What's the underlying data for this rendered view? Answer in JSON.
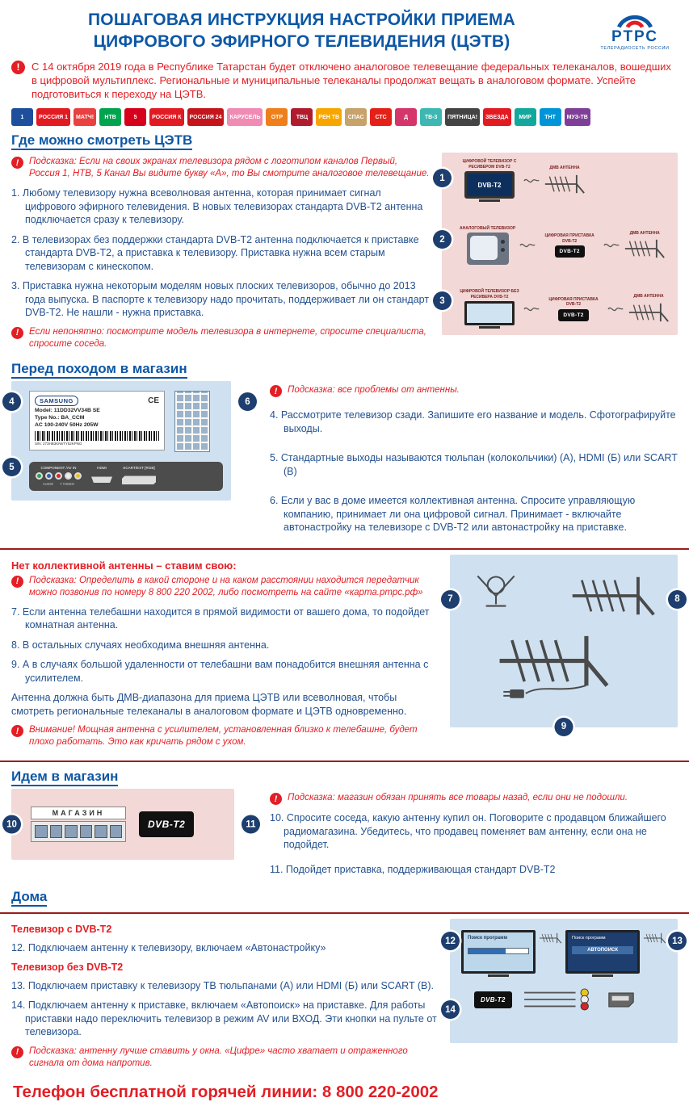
{
  "header": {
    "title_line1": "ПОШАГОВАЯ ИНСТРУКЦИЯ НАСТРОЙКИ ПРИЕМА",
    "title_line2": "ЦИФРОВОГО ЭФИРНОГО ТЕЛЕВИДЕНИЯ (ЦЭТВ)",
    "logo": {
      "name": "РТРС",
      "tagline": "ТЕЛЕРАДИОСЕТЬ РОССИИ"
    }
  },
  "intro": {
    "text": "С 14 октября 2019 года в Республике Татарстан будет отключено аналоговое телевещание федеральных телеканалов, вошедших в цифровой мультиплекс. Региональные и муниципальные телеканалы продолжат вещать в аналоговом формате. Успейте подготовиться к переходу на ЦЭТВ."
  },
  "channels": [
    {
      "label": "1",
      "bg": "#1d4f9c"
    },
    {
      "label": "РОССИЯ 1",
      "bg": "#e21a22"
    },
    {
      "label": "МАТЧ!",
      "bg": "#e94040"
    },
    {
      "label": "НТВ",
      "bg": "#00a44f"
    },
    {
      "label": "5",
      "bg": "#d6001c"
    },
    {
      "label": "РОССИЯ К",
      "bg": "#e21a22"
    },
    {
      "label": "РОССИЯ 24",
      "bg": "#c4151c"
    },
    {
      "label": "КАРУСЕЛЬ",
      "bg": "#f08bb4"
    },
    {
      "label": "ОТР",
      "bg": "#ef7f1a"
    },
    {
      "label": "ТВЦ",
      "bg": "#b01c2e"
    },
    {
      "label": "РЕН ТВ",
      "bg": "#f7a600"
    },
    {
      "label": "СПАС",
      "bg": "#c7a26b"
    },
    {
      "label": "СТС",
      "bg": "#e32119"
    },
    {
      "label": "Д",
      "bg": "#d4356b"
    },
    {
      "label": "ТВ-3",
      "bg": "#3db7b2"
    },
    {
      "label": "ПЯТНИЦА!",
      "bg": "#444444"
    },
    {
      "label": "ЗВЕЗДА",
      "bg": "#e21a22"
    },
    {
      "label": "МИР",
      "bg": "#13a89e"
    },
    {
      "label": "ТНТ",
      "bg": "#0095d9"
    },
    {
      "label": "МУЗ-ТВ",
      "bg": "#7f3f98"
    }
  ],
  "section_where": {
    "heading": "Где можно смотреть ЦЭТВ",
    "hint": "Подсказка: Если на своих экранах телевизора рядом с логотипом каналов Первый, Россия 1, НТВ, 5 Канал Вы видите букву «А», то Вы смотрите аналоговое телевещание.",
    "items": [
      "1. Любому телевизору нужна всеволновая антенна, которая принимает сигнал цифрового эфирного телевидения. В новых телевизорах стандарта DVB-T2 антенна подключается сразу к телевизору.",
      "2. В телевизорах без поддержки стандарта DVB-T2 антенна подключается к приставке стандарта DVB-T2, а приставка к телевизору. Приставка нужна всем старым телевизорам с кинескопом.",
      "3. Приставка нужна некоторым моделям новых плоских телевизоров, обычно до 2013 года выпуска. В паспорте к телевизору надо прочитать, поддерживает ли он стандарт DVB-T2. Не нашли - нужна приставка."
    ],
    "note": "Если непонятно: посмотрите модель телевизора в интернете, спросите специалиста, спросите соседа.",
    "diagram": {
      "row1_label": "ЦИФРОВОЙ ТЕЛЕВИЗОР С РЕСИВЕРОМ DVB-T2",
      "row2_label": "АНАЛОГОВЫЙ ТЕЛЕВИЗОР",
      "row2_stb": "ЦИФРОВАЯ ПРИСТАВКА DVB-T2",
      "row3_label": "ЦИФРОВОЙ ТЕЛЕВИЗОР БЕЗ РЕСИВЕРА DVB-T2",
      "row3_stb": "ЦИФРОВАЯ ПРИСТАВКА DVB-T2",
      "antenna_label": "ДМВ АНТЕННА",
      "dvbt2": "DVB-T2",
      "badges": [
        "1",
        "2",
        "3"
      ]
    }
  },
  "section_prep": {
    "heading": "Перед походом в магазин",
    "hint": "Подсказка: все проблемы от антенны.",
    "items": [
      "4. Рассмотрите телевизор сзади. Запишите его название и модель. Сфотографируйте выходы.",
      "5. Стандартные выходы называются тюльпан (колокольчики) (А), HDMI (Б) или SCART (В)",
      "6. Если у вас в доме имеется коллективная антенна. Спросите управляющую компанию, принимает ли она цифровой сигнал. Принимает - включайте автонастройку на телевизоре с DVB-T2 или автонастройку на приставке."
    ],
    "label_card": {
      "brand": "SAMSUNG",
      "ce": "CE",
      "line1": "Model: 11DD32VV34B SE",
      "line2": "Type No.: BA_CCM",
      "line3": "AC 100-240V 50Hz 205W",
      "serial": "S/N: 273HB3KN6TY52KPNG"
    },
    "connectors": {
      "group1": "COMPONENT /AV IN",
      "group2": "HDMI",
      "group3": "SCART/EXT [RGB]",
      "audio": "AUDIO",
      "video": "Y /VIDEO"
    },
    "badges": [
      "4",
      "5",
      "6"
    ]
  },
  "section_antenna": {
    "heading": "Нет коллективной антенны – ставим свою:",
    "hint": "Подсказка: Определить в какой стороне и на каком расстоянии находится передатчик можно позвонив по номеру 8 800 220 2002, либо посмотреть на сайте «карта.ртрс.рф»",
    "items": [
      "7. Если антенна телебашни находится в прямой видимости от вашего дома, то подойдет комнатная антенна.",
      "8. В остальных случаях необходима внешняя антенна.",
      "9. А в случаях большой удаленности от телебашни вам понадобится внешняя антенна с усилителем."
    ],
    "para": "Антенна должна быть ДМВ-диапазона для приема ЦЭТВ или всеволновая, чтобы смотреть региональные телеканалы в аналоговом формате и ЦЭТВ одновременно.",
    "warning": "Внимание! Мощная антенна с усилителем, установленная близко к телебашне, будет плохо работать. Это как кричать рядом с ухом.",
    "badges": [
      "7",
      "8",
      "9"
    ]
  },
  "section_shop": {
    "heading": "Идем в магазин",
    "hint": "Подсказка: магазин обязан принять все товары назад, если они не подошли.",
    "items": [
      "10. Спросите соседа, какую антенну купил он. Поговорите с продавцом ближайшего радиомагазина. Убедитесь, что продавец поменяет вам антенну, если она не подойдет.",
      "11. Подойдет приставка, поддерживающая стандарт DVB-T2"
    ],
    "sign": "МАГАЗИН",
    "dvbt2": "DVB-T2",
    "badges": [
      "10",
      "11"
    ]
  },
  "section_home": {
    "heading": "Дома",
    "sub1": "Телевизор с DVB-T2",
    "sub2": "Телевизор без DVB-T2",
    "items": [
      "12. Подключаем антенну к телевизору, включаем «Автонастройку»",
      "13. Подключаем приставку к телевизору ТВ тюльпанами (А) или HDMI (Б) или SCART (В).",
      "14. Подключаем антенну к приставке, включаем «Автопоиск» на приставке. Для работы приставки надо переключить телевизор в режим AV или ВХОД. Эти кнопки на пульте от телевизора."
    ],
    "hint": "Подсказка: антенну лучше ставить у окна. «Цифре» часто хватает и отраженного сигнала от дома напротив.",
    "tv1_line": "Поиск программ",
    "tv2_line1": "Поиск программ",
    "tv2_line2": "АВТОПОИСК",
    "dvbt2": "DVB-T2",
    "badges": [
      "12",
      "13",
      "14"
    ]
  },
  "footer": {
    "hotline": "Телефон бесплатной горячей линии: 8 800 220-2002"
  }
}
